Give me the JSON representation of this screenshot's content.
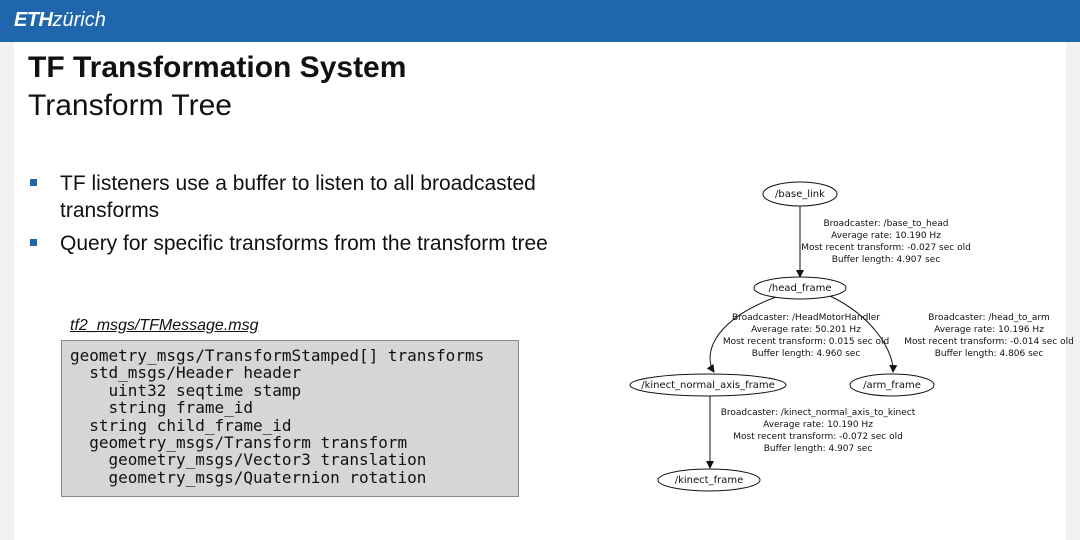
{
  "header": {
    "logo_eth": "ETH",
    "logo_zurich": "zürich"
  },
  "slide": {
    "title": "TF Transformation System",
    "subtitle": "Transform Tree",
    "bullets": [
      "TF listeners use a buffer to listen to all broadcasted transforms",
      "Query for specific transforms from the transform tree"
    ],
    "msg_caption": "tf2_msgs/TFMessage.msg",
    "code_lines": [
      "geometry_msgs/TransformStamped[] transforms",
      "  std_msgs/Header header",
      "    uint32 seqtime stamp",
      "    string frame_id",
      "  string child_frame_id",
      "  geometry_msgs/Transform transform",
      "    geometry_msgs/Vector3 translation",
      "    geometry_msgs/Quaternion rotation"
    ]
  },
  "tree": {
    "nodes": {
      "base_link": "/base_link",
      "head_frame": "/head_frame",
      "kinect_normal_axis_frame": "/kinect_normal_axis_frame",
      "arm_frame": "/arm_frame",
      "kinect_frame": "/kinect_frame"
    },
    "edges": {
      "base_to_head": [
        "Broadcaster: /base_to_head",
        "Average rate: 10.190 Hz",
        "Most recent transform: -0.027 sec old",
        "Buffer length: 4.907 sec"
      ],
      "head_to_kinect_normal": [
        "Broadcaster: /HeadMotorHandler",
        "Average rate: 50.201 Hz",
        "Most recent transform: 0.015 sec old",
        "Buffer length: 4.960 sec"
      ],
      "head_to_arm": [
        "Broadcaster: /head_to_arm",
        "Average rate: 10.196 Hz",
        "Most recent transform: -0.014 sec old",
        "Buffer length: 4.806 sec"
      ],
      "kinect_normal_to_kinect": [
        "Broadcaster: /kinect_normal_axis_to_kinect",
        "Average rate: 10.190 Hz",
        "Most recent transform: -0.072 sec old",
        "Buffer length: 4.907 sec"
      ]
    }
  },
  "colors": {
    "header_blue": "#1f66ad",
    "bullet_blue": "#1f66ad",
    "code_background": "#d6d6d6"
  }
}
